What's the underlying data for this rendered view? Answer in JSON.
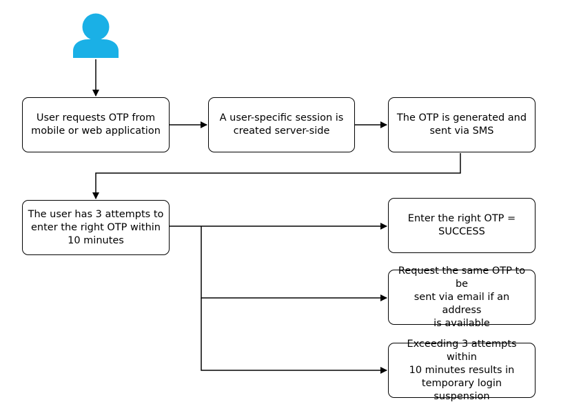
{
  "user_icon": {
    "icon": "user-icon",
    "color": "#1ab0e6"
  },
  "nodes": {
    "request_otp": "User requests OTP from\nmobile or web application",
    "session_created": "A user-specific session is\ncreated server-side",
    "otp_generated": "The OTP is generated and\nsent via SMS",
    "attempts": "The user has 3 attempts to\nenter the right OTP within\n10 minutes",
    "success": "Enter the right OTP =\nSUCCESS",
    "email": "Request the same OTP to be\nsent via email if an address\nis available",
    "suspension": "Exceeding 3 attempts within\n10 minutes results in\ntemporary login suspension"
  }
}
